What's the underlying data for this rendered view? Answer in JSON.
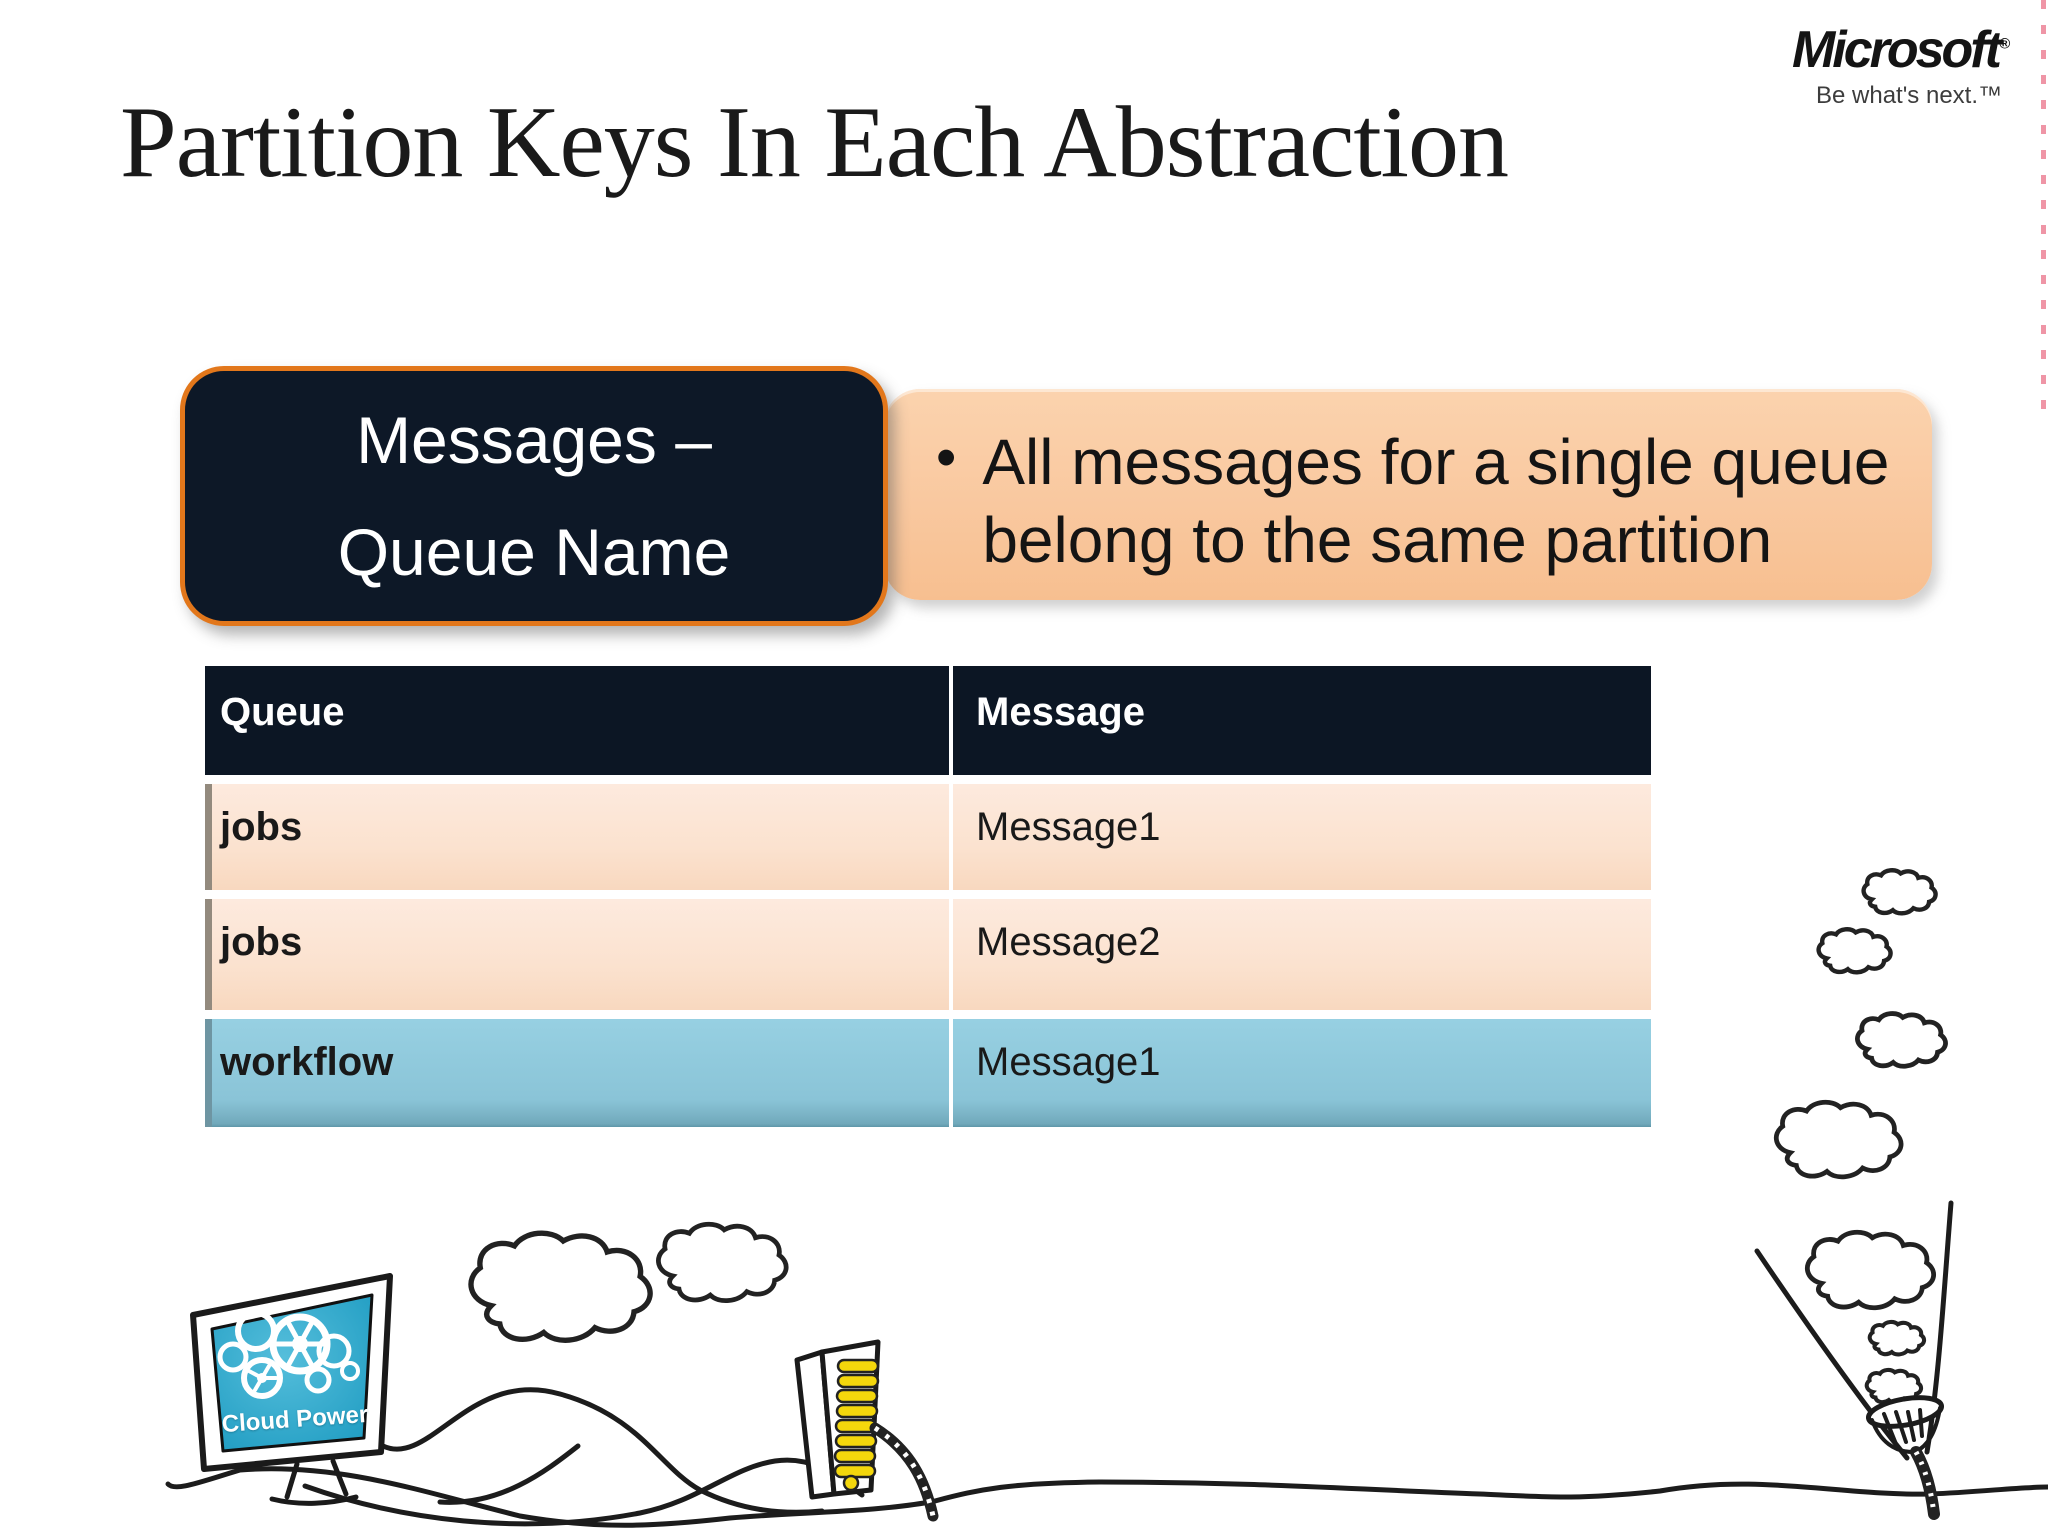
{
  "slide": {
    "title": "Partition Keys In Each Abstraction"
  },
  "logo": {
    "name": "Microsoft",
    "registered_mark": "®",
    "tagline": "Be what's next.™"
  },
  "callout": {
    "line1": "Messages –",
    "line2": "Queue Name"
  },
  "note": {
    "bullet": "•",
    "line1": "All messages for a single queue",
    "line2": "belong to the same partition"
  },
  "table": {
    "headers": [
      "Queue",
      "Message"
    ],
    "rows": [
      {
        "queue": "jobs",
        "message": "Message1"
      },
      {
        "queue": "jobs",
        "message": "Message2"
      },
      {
        "queue": "workflow",
        "message": "Message1"
      }
    ]
  },
  "doodles": {
    "monitor_label": "Cloud Power"
  },
  "colors": {
    "dark_navy": "#0d1827",
    "accent_orange": "#e2771b",
    "note_peach": "#f9c89f",
    "row_peach": "#fbe2cf",
    "row_blue": "#8ac4d7",
    "server_yellow": "#f4d70c",
    "screen_blue": "#2baac9",
    "edge_red": "#e23e5c"
  }
}
